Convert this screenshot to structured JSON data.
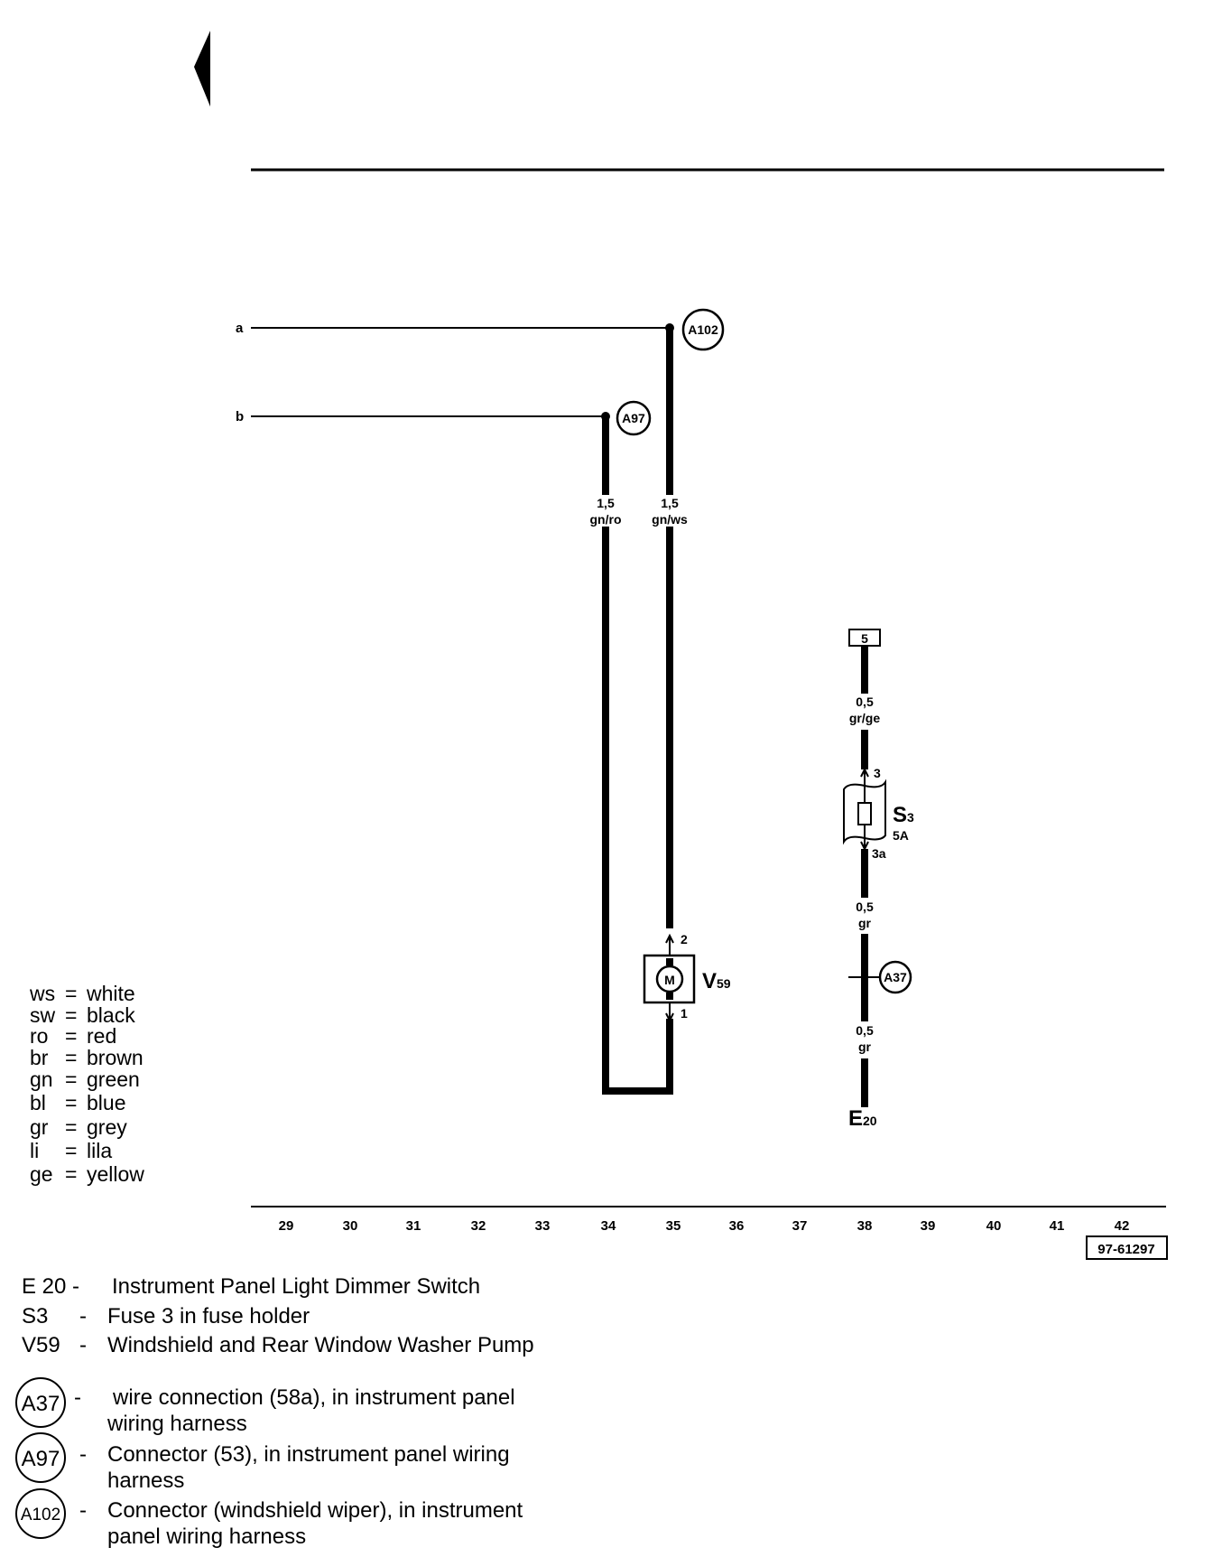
{
  "diagram": {
    "lines": {
      "a": "a",
      "b": "b"
    },
    "connectors": {
      "a102": "A102",
      "a97": "A97",
      "a37": "A37"
    },
    "wires": {
      "left": {
        "size": "1,5",
        "color": "gn/ro"
      },
      "right": {
        "size": "1,5",
        "color": "gn/ws"
      },
      "top_e": {
        "size": "0,5",
        "color": "gr/ge"
      },
      "mid_e": {
        "size": "0,5",
        "color": "gr"
      },
      "low_e": {
        "size": "0,5",
        "color": "gr"
      }
    },
    "pump": {
      "symbol": "M",
      "label": "V",
      "sub": "59",
      "pin_top": "2",
      "pin_bottom": "1"
    },
    "fuse": {
      "label": "S",
      "sub": "3",
      "rating": "5A",
      "pin_top": "3",
      "pin_bottom": "3a"
    },
    "terminal_box": "5",
    "switch": {
      "label": "E",
      "sub": "20"
    }
  },
  "color_legend": [
    {
      "code": "ws",
      "name": "white"
    },
    {
      "code": "sw",
      "name": "black"
    },
    {
      "code": "ro",
      "name": "red"
    },
    {
      "code": "br",
      "name": "brown"
    },
    {
      "code": "gn",
      "name": "green"
    },
    {
      "code": "bl",
      "name": "blue"
    },
    {
      "code": "gr",
      "name": "grey"
    },
    {
      "code": "li",
      "name": "lila"
    },
    {
      "code": "ge",
      "name": "yellow"
    }
  ],
  "current_tracks": [
    "29",
    "30",
    "31",
    "32",
    "33",
    "34",
    "35",
    "36",
    "37",
    "38",
    "39",
    "40",
    "41",
    "42"
  ],
  "figure_id": "97-61297",
  "components": [
    {
      "code": "E 20 -",
      "description": "Instrument Panel Light Dimmer Switch"
    },
    {
      "code": "S3",
      "dash": "-",
      "description": "Fuse 3 in fuse holder"
    },
    {
      "code": "V59",
      "dash": "-",
      "description": "Windshield and Rear Window Washer Pump"
    }
  ],
  "connector_notes": [
    {
      "id": "A37",
      "dash": "-",
      "line1": "wire connection (58a), in instrument panel",
      "line2": "wiring harness"
    },
    {
      "id": "A97",
      "dash": "-",
      "line1": "Connector (53), in instrument panel wiring",
      "line2": "harness"
    },
    {
      "id": "A102",
      "dash": "-",
      "line1": "Connector (windshield wiper), in instrument",
      "line2": "panel wiring harness"
    }
  ]
}
